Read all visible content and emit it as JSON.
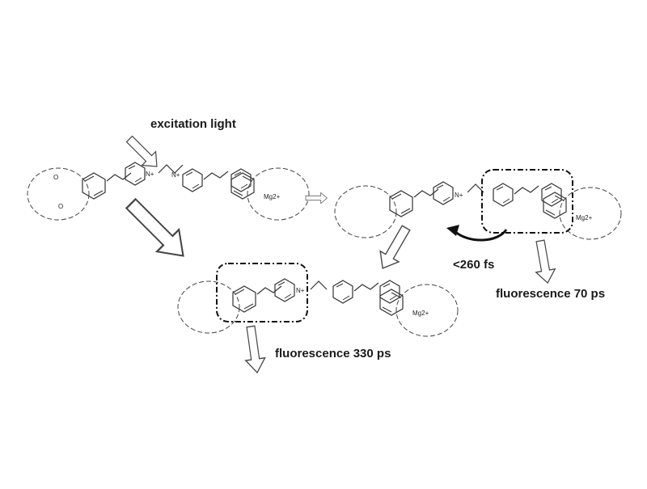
{
  "labels": {
    "excitation": "excitation light",
    "transfer_time": "<260 fs",
    "fluorescence_right": "fluorescence 70 ps",
    "fluorescence_bottom": "fluorescence 330 ps"
  },
  "atoms": {
    "oxygen": "O",
    "nitrogen_cation": "N+",
    "magnesium": "Mg2+"
  },
  "colors": {
    "line": "#333333",
    "arrow_fill": "#ffffff",
    "box": "#111111",
    "curved_arrow": "#111111"
  }
}
